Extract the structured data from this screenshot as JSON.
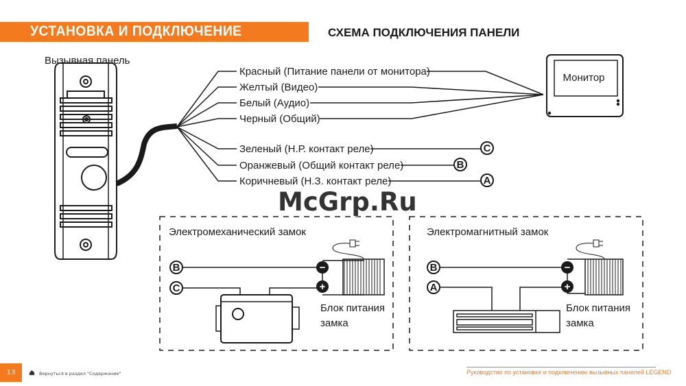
{
  "header": {
    "section_title": "УСТАНОВКА И ПОДКЛЮЧЕНИЕ",
    "diagram_title": "СХЕМА ПОДКЛЮЧЕНИЯ ПАНЕЛИ"
  },
  "diagram": {
    "panel_label": "Вызывная панель",
    "monitor_label": "Монитор",
    "wires": [
      "Красный (Питание панели от монитора)",
      "Желтый (Видео)",
      "Белый (Аудио)",
      "Черный (Общий)",
      "Зеленый (Н.Р. контакт реле)",
      "Оранжевый (Общий контакт реле)",
      "Коричневый (Н.З. контакт реле)"
    ],
    "terminals": {
      "c": "C",
      "b": "B",
      "a": "A"
    },
    "electromech": {
      "title": "Электромеханический замок",
      "psu_line1": "Блок питания",
      "psu_line2": "замка",
      "minus": "−",
      "plus": "+"
    },
    "electromag": {
      "title": "Электромагнитный замок",
      "psu_line1": "Блок питания",
      "psu_line2": "замка",
      "minus": "−",
      "plus": "+"
    }
  },
  "watermark": "McGrp.Ru",
  "footer": {
    "page_number": "13",
    "back_link": "Вернуться в раздел \"Содержание\"",
    "manual_title": "Руководство по установке и подключению вызывных панелей LEGEND"
  },
  "colors": {
    "accent": "#f47a20"
  }
}
